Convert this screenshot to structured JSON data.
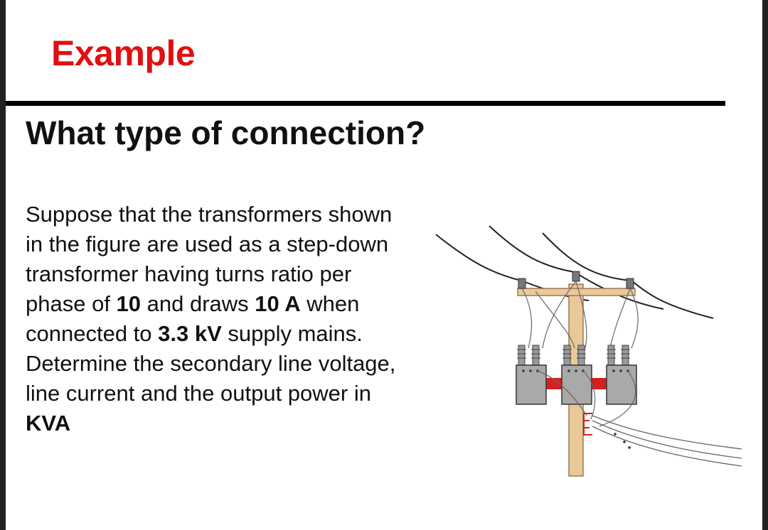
{
  "slide": {
    "label": "Example",
    "heading": "What type of connection?",
    "problem": {
      "t1": "Suppose that the transformers shown in the figure are used as a step-down transformer having turns ratio per phase of ",
      "b1": "10",
      "t2": " and draws ",
      "b2": "10 A",
      "t3": " when connected to ",
      "b3": "3.3 kV",
      "t4": " supply mains. Determine the secondary line voltage, line current and the output power in ",
      "b4": "KVA"
    }
  },
  "colors": {
    "title_red": "#e01010",
    "pole": "#e9c89a",
    "tank": "#a9a9a9",
    "bus": "#d42020"
  }
}
